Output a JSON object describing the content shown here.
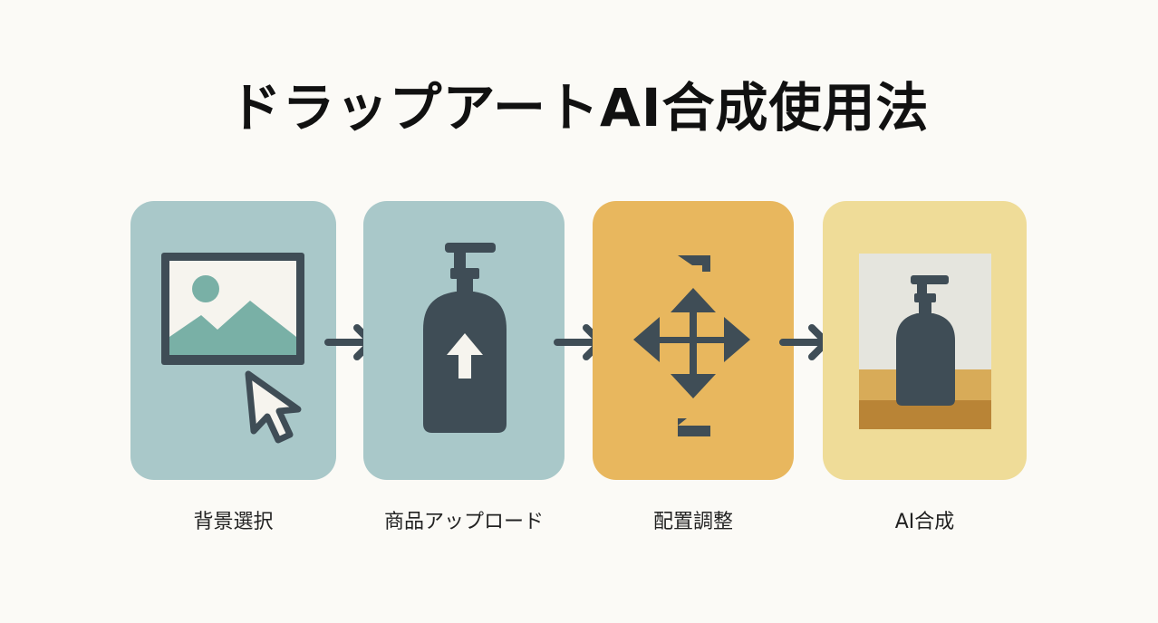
{
  "title": "ドラップアートAI合成使用法",
  "steps": [
    {
      "label": "背景選択",
      "icon": "image-cursor-icon",
      "color": "#a9c8c9"
    },
    {
      "label": "商品アップロード",
      "icon": "bottle-upload-icon",
      "color": "#a9c8c9"
    },
    {
      "label": "配置調整",
      "icon": "move-arrows-icon",
      "color": "#e8b75e"
    },
    {
      "label": "AI合成",
      "icon": "composite-bottle-icon",
      "color": "#efdc98"
    }
  ],
  "colors": {
    "icon_dark": "#3f4d56",
    "teal_accent": "#79b0a6",
    "background": "#fbfaf6"
  }
}
